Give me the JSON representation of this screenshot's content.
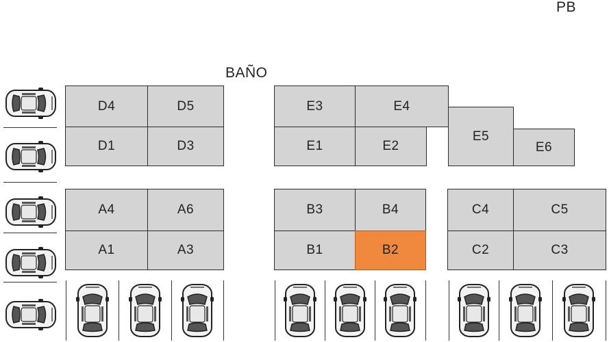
{
  "floor_label": "PB",
  "bath_label": "BAÑO",
  "units": {
    "D4": "D4",
    "D5": "D5",
    "D1": "D1",
    "D3": "D3",
    "E3": "E3",
    "E4": "E4",
    "E1": "E1",
    "E2": "E2",
    "E5": "E5",
    "E6": "E6",
    "A4": "A4",
    "A6": "A6",
    "A1": "A1",
    "A3": "A3",
    "B3": "B3",
    "B4": "B4",
    "B1": "B1",
    "B2": "B2",
    "C4": "C4",
    "C5": "C5",
    "C2": "C2",
    "C3": "C3"
  },
  "highlighted_unit": "B2",
  "colors": {
    "unit_fill": "#d4d4d4",
    "highlight_fill": "#f0883e",
    "car_body": "#f2f2f2",
    "car_glass": "#555555"
  },
  "icons": {
    "car": "car-top-view-icon"
  }
}
